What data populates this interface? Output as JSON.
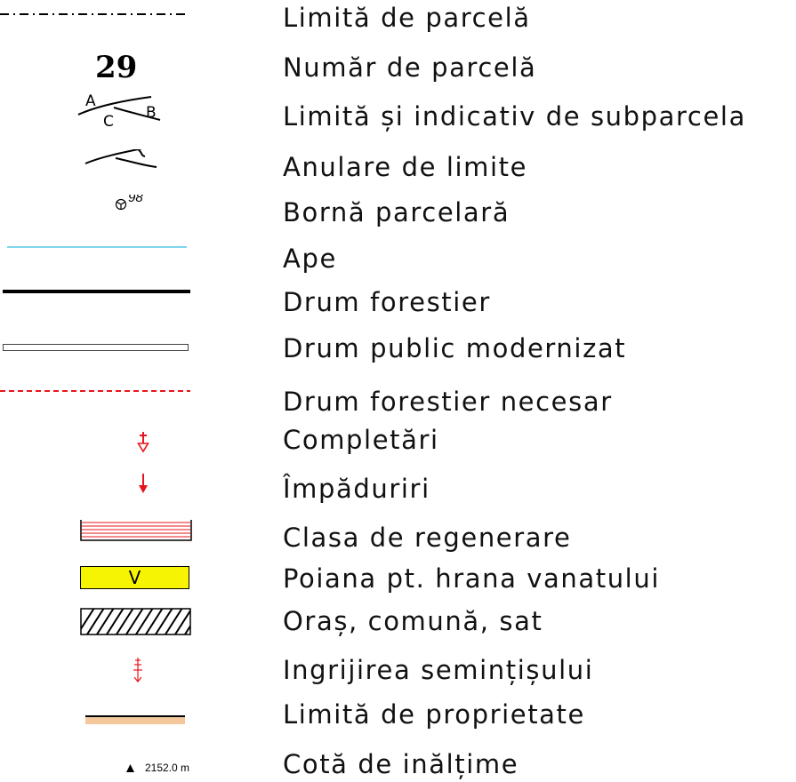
{
  "legend": {
    "items": [
      {
        "id": "limita-parcela",
        "label": "Limită de parcelă"
      },
      {
        "id": "numar-parcela",
        "label": "Număr de parcelă",
        "symbol_text": "29"
      },
      {
        "id": "subparcela",
        "label": "Limită și indicativ de subparcela",
        "symbol_letters": [
          "A",
          "B",
          "C"
        ]
      },
      {
        "id": "anulare-limite",
        "label": "Anulare de limite"
      },
      {
        "id": "borna",
        "label": "Bornă parcelară",
        "symbol_text": "98"
      },
      {
        "id": "ape",
        "label": "Ape"
      },
      {
        "id": "drum-forestier",
        "label": "Drum forestier"
      },
      {
        "id": "drum-public",
        "label": "Drum public modernizat"
      },
      {
        "id": "drum-necesar",
        "label": "Drum forestier necesar"
      },
      {
        "id": "completari",
        "label": "Completări"
      },
      {
        "id": "impaduriri",
        "label": "Împăduriri"
      },
      {
        "id": "clasa-regenerare",
        "label": "Clasa de regenerare"
      },
      {
        "id": "poiana",
        "label": "Poiana pt. hrana vanatului",
        "symbol_text": "V"
      },
      {
        "id": "oras",
        "label": "Oraș, comună, sat"
      },
      {
        "id": "ingrijire",
        "label": "Ingrijirea semințișului"
      },
      {
        "id": "limita-proprietate",
        "label": "Limită de proprietate"
      },
      {
        "id": "cota",
        "label": "Cotă de inălțime",
        "symbol_text": "2152.0 m"
      }
    ]
  },
  "colors": {
    "water": "#7fd6ec",
    "red": "#e8141b",
    "yellow": "#f6f400",
    "property": "#f2c89c",
    "black": "#000000"
  }
}
